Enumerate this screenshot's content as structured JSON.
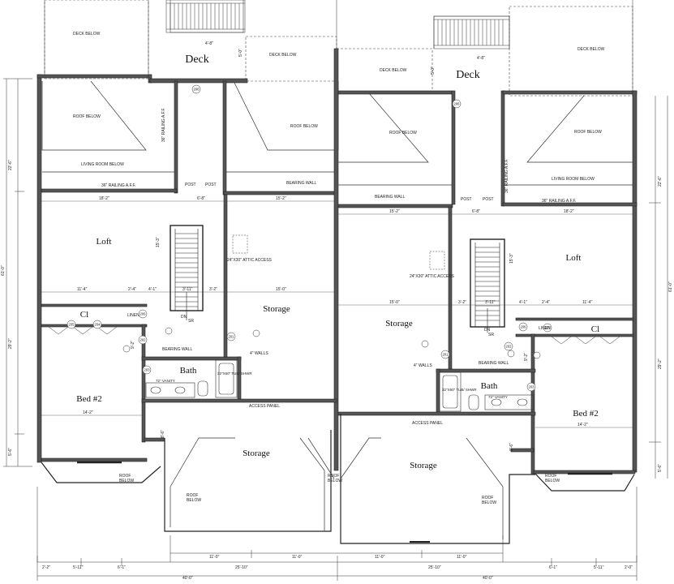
{
  "rooms": {
    "deck_left": "Deck",
    "deck_right": "Deck",
    "loft_left": "Loft",
    "loft_right": "Loft",
    "storage_upper_left": "Storage",
    "storage_upper_right": "Storage",
    "storage_lower_left": "Storage",
    "storage_lower_right": "Storage",
    "bath_left": "Bath",
    "bath_right": "Bath",
    "bed_left": "Bed #2",
    "bed_right": "Bed #2",
    "closet_left": "Cl",
    "closet_right": "Cl"
  },
  "notes": {
    "deck_below": "DECK BELOW",
    "roof_below": "ROOF BELOW",
    "living_room_below": "LIVING ROOM BELOW",
    "railing": "36\" RAILING A.F.F.",
    "post": "POST",
    "bearing_wall": "BEARING WALL",
    "attic_access": "24\"X30\" ATTIC ACCESS",
    "dn": "DN",
    "sr": "SR",
    "linen": "LINEN",
    "walls": "4\" WALLS",
    "vanity": "72\" VANITY",
    "tub": "32\"X60\" TUB/ SHWR",
    "access_panel": "ACCESS PANEL",
    "roof": "ROOF",
    "below": "BELOW"
  },
  "tags": [
    "206",
    "205",
    "204",
    "203",
    "202",
    "201",
    "207"
  ],
  "dimensions": {
    "deck_w": "4'-8\"",
    "deck_h": "5'-0\"",
    "left_height_top": "22'-6\"",
    "left_height_total": "61'-0\"",
    "left_height_mid": "29'-2\"",
    "left_height_bot": "5'-6\"",
    "right_height_top": "22'-6\"",
    "right_height_total": "61'-0\"",
    "right_height_mid": "29'-2\"",
    "right_height_bot": "5'-6\"",
    "loft_w": "18'-2\"",
    "stair_w": "6'-8\"",
    "storage_w": "15'-2\"",
    "loft_h": "15'-3\"",
    "stair_h": "15'-3\"",
    "row1": "11'-4\"",
    "row2": "2'-4\"",
    "row3": "4'-1\"",
    "row4": "3'-11\"",
    "row5": "3'-2\"",
    "row6": "15'-0\"",
    "bed_w": "14'-2\"",
    "bed_h": "8'-6\"",
    "stor_a": "11'-0\"",
    "stor_b": "25'-10\"",
    "stor_c": "11'-0\"",
    "bot1": "2'-2\"",
    "bot2": "5'-11\"",
    "bot3": "6'-1\"",
    "bot4": "6'-1\"",
    "bot5": "5'-11\"",
    "bot6": "2'-0\"",
    "overall_left": "40'-0\"",
    "overall_right": "40'-0\"",
    "small_a": "9'-2\"",
    "small_b": "5'-10\""
  }
}
